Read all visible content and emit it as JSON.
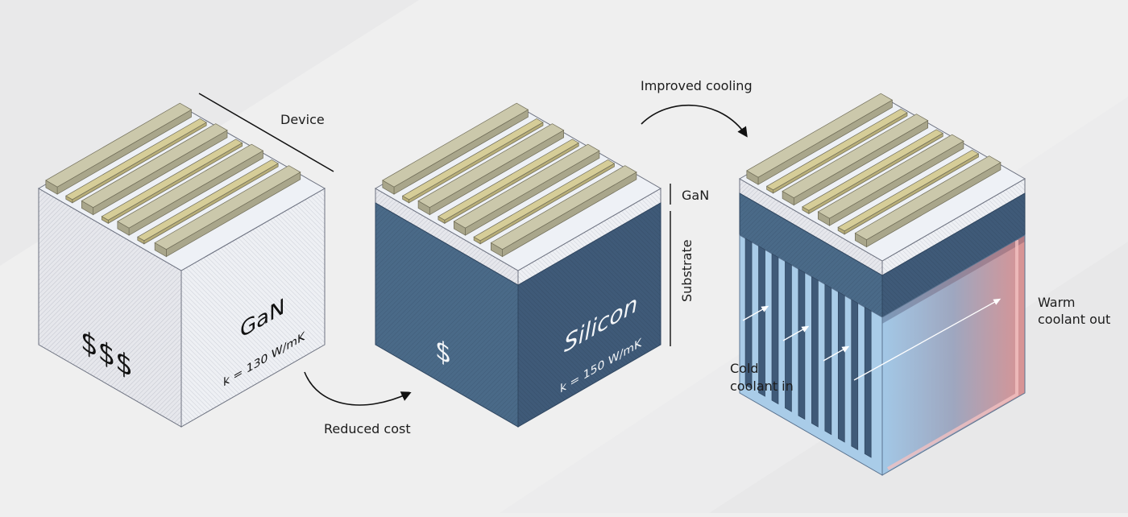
{
  "cubes": [
    {
      "material_label": "GaN",
      "conductivity": "k = 130 W/mK",
      "cost": "$$$"
    },
    {
      "material_label": "Silicon",
      "conductivity": "k = 150 W/mK",
      "cost": "$"
    },
    {
      "coolant_in": [
        "Cold",
        "coolant in"
      ],
      "coolant_out": [
        "Warm",
        "coolant out"
      ]
    }
  ],
  "annotations": {
    "device": "Device",
    "gan_layer": "GaN",
    "substrate": "Substrate",
    "reduced_cost": "Reduced cost",
    "improved_cooling": "Improved cooling"
  },
  "colors": {
    "background": "#efefef",
    "gan_block": "#e3e5ea",
    "silicon_block": "#4c6885",
    "electrode": "#c9c5a7",
    "gold_strip": "#d5cc96",
    "cold_coolant": "#a8cbe6",
    "warm_coolant": "#e6a3a3"
  }
}
